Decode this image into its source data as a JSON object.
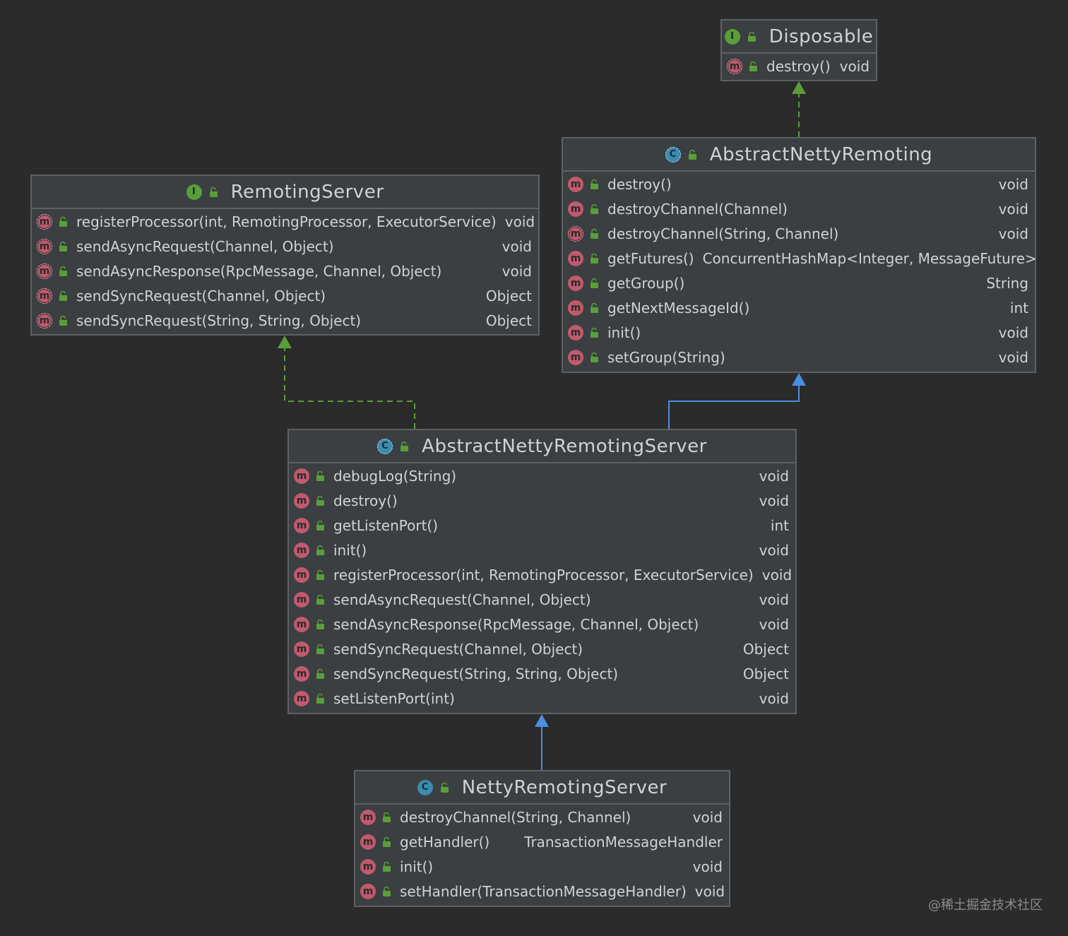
{
  "colors": {
    "background": "#2b2b2b",
    "box": "#3b3f41",
    "border": "#5d6163",
    "text": "#cfd3d6",
    "method_icon": "#c15a6e",
    "interface_icon": "#5a9e3a",
    "class_icon": "#3d8bb0",
    "implements_line": "#5a9e3a",
    "extends_line": "#4a8fe0"
  },
  "classes": {
    "disposable": {
      "kind": "interface",
      "icon": "interface-icon",
      "icon_letter": "I",
      "name": "Disposable",
      "methods": [
        {
          "name": "destroy()",
          "returns": "void",
          "abstract": true
        }
      ]
    },
    "abstract_netty_remoting": {
      "kind": "abstract-class",
      "icon": "abstract-class-icon",
      "icon_letter": "C",
      "name": "AbstractNettyRemoting",
      "methods": [
        {
          "name": "destroy()",
          "returns": "void",
          "abstract": false
        },
        {
          "name": "destroyChannel(Channel)",
          "returns": "void",
          "abstract": false
        },
        {
          "name": "destroyChannel(String, Channel)",
          "returns": "void",
          "abstract": true
        },
        {
          "name": "getFutures()",
          "returns": "ConcurrentHashMap<Integer, MessageFuture>",
          "abstract": false
        },
        {
          "name": "getGroup()",
          "returns": "String",
          "abstract": false
        },
        {
          "name": "getNextMessageId()",
          "returns": "int",
          "abstract": false
        },
        {
          "name": "init()",
          "returns": "void",
          "abstract": false
        },
        {
          "name": "setGroup(String)",
          "returns": "void",
          "abstract": false
        }
      ]
    },
    "remoting_server": {
      "kind": "interface",
      "icon": "interface-icon",
      "icon_letter": "I",
      "name": "RemotingServer",
      "methods": [
        {
          "name": "registerProcessor(int, RemotingProcessor, ExecutorService)",
          "returns": "void",
          "abstract": true
        },
        {
          "name": "sendAsyncRequest(Channel, Object)",
          "returns": "void",
          "abstract": true
        },
        {
          "name": "sendAsyncResponse(RpcMessage, Channel, Object)",
          "returns": "void",
          "abstract": true
        },
        {
          "name": "sendSyncRequest(Channel, Object)",
          "returns": "Object",
          "abstract": true
        },
        {
          "name": "sendSyncRequest(String, String, Object)",
          "returns": "Object",
          "abstract": true
        }
      ]
    },
    "abstract_netty_remoting_server": {
      "kind": "abstract-class",
      "icon": "abstract-class-icon",
      "icon_letter": "C",
      "name": "AbstractNettyRemotingServer",
      "methods": [
        {
          "name": "debugLog(String)",
          "returns": "void",
          "abstract": false
        },
        {
          "name": "destroy()",
          "returns": "void",
          "abstract": false
        },
        {
          "name": "getListenPort()",
          "returns": "int",
          "abstract": false
        },
        {
          "name": "init()",
          "returns": "void",
          "abstract": false
        },
        {
          "name": "registerProcessor(int, RemotingProcessor, ExecutorService)",
          "returns": "void",
          "abstract": false
        },
        {
          "name": "sendAsyncRequest(Channel, Object)",
          "returns": "void",
          "abstract": false
        },
        {
          "name": "sendAsyncResponse(RpcMessage, Channel, Object)",
          "returns": "void",
          "abstract": false
        },
        {
          "name": "sendSyncRequest(Channel, Object)",
          "returns": "Object",
          "abstract": false
        },
        {
          "name": "sendSyncRequest(String, String, Object)",
          "returns": "Object",
          "abstract": false
        },
        {
          "name": "setListenPort(int)",
          "returns": "void",
          "abstract": false
        }
      ]
    },
    "netty_remoting_server": {
      "kind": "class",
      "icon": "class-icon",
      "icon_letter": "C",
      "name": "NettyRemotingServer",
      "methods": [
        {
          "name": "destroyChannel(String, Channel)",
          "returns": "void",
          "abstract": false
        },
        {
          "name": "getHandler()",
          "returns": "TransactionMessageHandler",
          "abstract": false
        },
        {
          "name": "init()",
          "returns": "void",
          "abstract": false
        },
        {
          "name": "setHandler(TransactionMessageHandler)",
          "returns": "void",
          "abstract": false
        }
      ]
    }
  },
  "relations": [
    {
      "from": "abstract_netty_remoting",
      "to": "disposable",
      "type": "implements"
    },
    {
      "from": "abstract_netty_remoting_server",
      "to": "remoting_server",
      "type": "implements"
    },
    {
      "from": "abstract_netty_remoting_server",
      "to": "abstract_netty_remoting",
      "type": "extends"
    },
    {
      "from": "netty_remoting_server",
      "to": "abstract_netty_remoting_server",
      "type": "extends"
    }
  ],
  "method_icon_letter": "m",
  "watermark": "@稀土掘金技术社区"
}
